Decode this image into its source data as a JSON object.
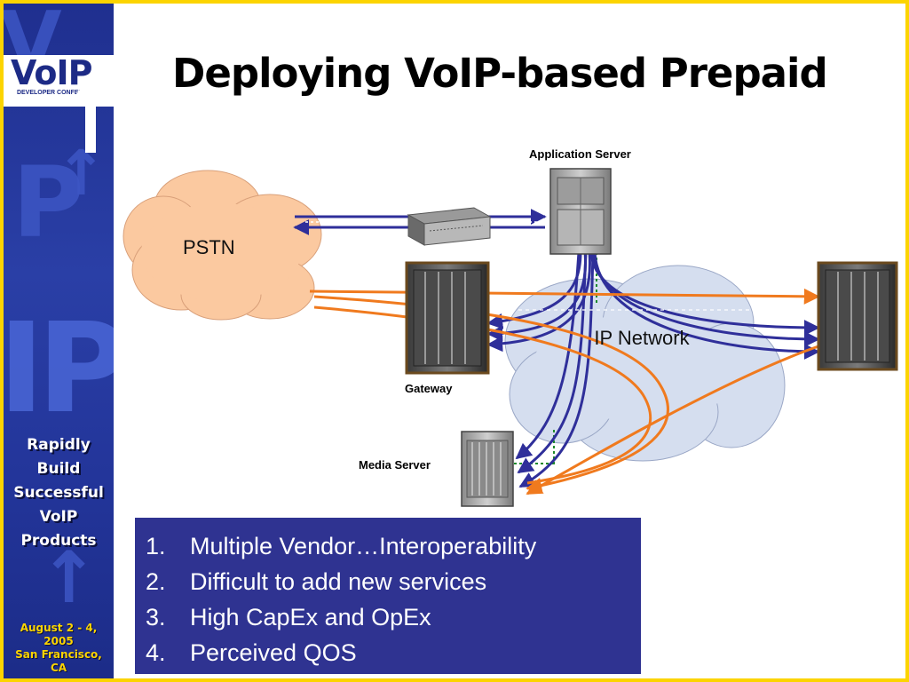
{
  "sidebar": {
    "logo_text": "VoIP",
    "logo_subtitle": "DEVELOPER CONFERENCE",
    "tagline": [
      "Rapidly",
      "Build",
      "Successful",
      "VoIP",
      "Products"
    ],
    "event_info": [
      "August 2 - 4,",
      "2005",
      "San Francisco,",
      "CA"
    ]
  },
  "title": "Deploying VoIP-based Prepaid",
  "diagram": {
    "nodes": {
      "application_server": "Application Server",
      "gateway": "Gateway",
      "media_server": "Media Server",
      "pstn": "PSTN",
      "ip_network": "IP Network"
    },
    "colors": {
      "signaling": "#2f2f9a",
      "media": "#f07a1e",
      "control": "#1e8a2c",
      "cloud_pstn": "#fbc9a0",
      "cloud_ip": "#d5deef"
    }
  },
  "issues": [
    {
      "num": "1.",
      "text": "Multiple Vendor…Interoperability"
    },
    {
      "num": "2.",
      "text": "Difficult to add new services"
    },
    {
      "num": "3.",
      "text": "High CapEx and OpEx"
    },
    {
      "num": "4.",
      "text": "Perceived QOS"
    }
  ]
}
